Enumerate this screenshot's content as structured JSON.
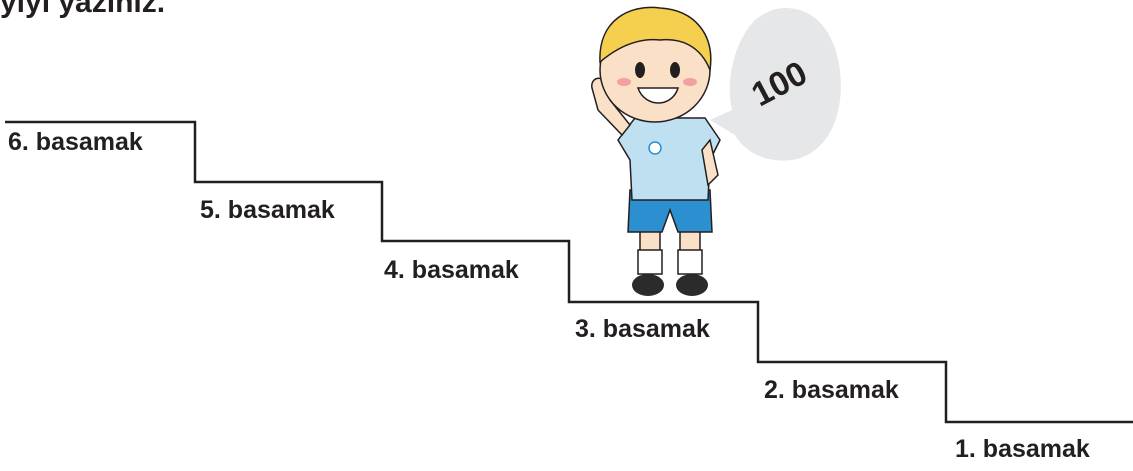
{
  "heading": "yıyı yazınız.",
  "steps": [
    {
      "label": "6. basamak"
    },
    {
      "label": "5. basamak"
    },
    {
      "label": "4. basamak"
    },
    {
      "label": "3. basamak"
    },
    {
      "label": "2. basamak"
    },
    {
      "label": "1. basamak"
    }
  ],
  "speech_bubble": {
    "number": "100"
  },
  "colors": {
    "line": "#231f20",
    "shirt": "#bfe0f0",
    "shorts": "#2c8fd0",
    "hair": "#f5cf4e",
    "bubble": "#e6e7e8"
  }
}
